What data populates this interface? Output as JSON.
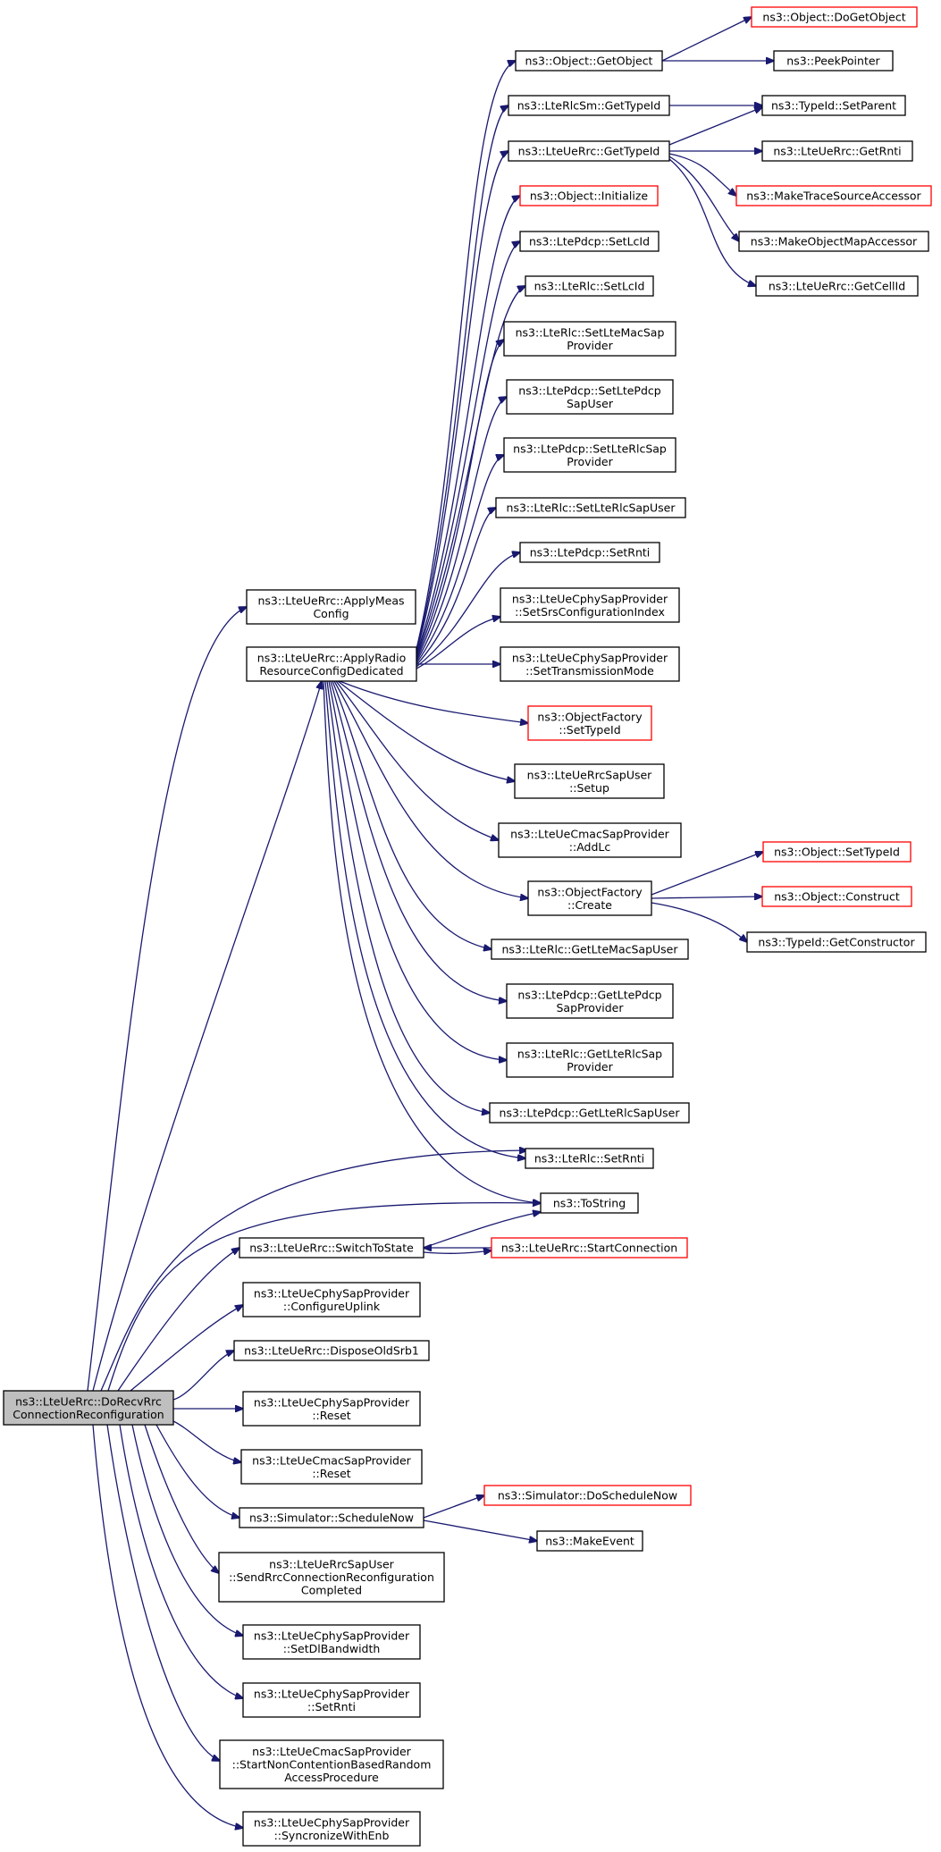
{
  "colors": {
    "edge": "#191970",
    "node_border": "#000000",
    "node_border_highlight": "#ff0000",
    "root_fill": "#bfbfbf",
    "node_fill": "#ffffff"
  },
  "nodes": [
    {
      "id": "root",
      "name": "lteuerrc-dorecvrrcconnectionreconfiguration-node",
      "lines": [
        "ns3::LteUeRrc::DoRecvRrc",
        "ConnectionReconfiguration"
      ],
      "style": "root"
    },
    {
      "id": "applyMeas",
      "name": "lteuerrc-applymeasconfig-node",
      "lines": [
        "ns3::LteUeRrc::ApplyMeas",
        "Config"
      ]
    },
    {
      "id": "applyRadio",
      "name": "lteuerrc-applyradioresourceconfigdedicated-node",
      "lines": [
        "ns3::LteUeRrc::ApplyRadio",
        "ResourceConfigDedicated"
      ]
    },
    {
      "id": "objDoGet",
      "name": "object-dogetobject-node",
      "lines": [
        "ns3::Object::DoGetObject"
      ],
      "style": "red"
    },
    {
      "id": "objGet",
      "name": "object-getobject-node",
      "lines": [
        "ns3::Object::GetObject"
      ]
    },
    {
      "id": "peek",
      "name": "peekpointer-node",
      "lines": [
        "ns3::PeekPointer"
      ]
    },
    {
      "id": "rlcSmType",
      "name": "lterlcsm-gettypeid-node",
      "lines": [
        "ns3::LteRlcSm::GetTypeId"
      ]
    },
    {
      "id": "setParent",
      "name": "typeid-setparent-node",
      "lines": [
        "ns3::TypeId::SetParent"
      ]
    },
    {
      "id": "uerrcType",
      "name": "lteuerrc-gettypeid-node",
      "lines": [
        "ns3::LteUeRrc::GetTypeId"
      ]
    },
    {
      "id": "getRnti",
      "name": "lteuerrc-getrnti-node",
      "lines": [
        "ns3::LteUeRrc::GetRnti"
      ]
    },
    {
      "id": "objInit",
      "name": "object-initialize-node",
      "lines": [
        "ns3::Object::Initialize"
      ],
      "style": "red"
    },
    {
      "id": "mkTrace",
      "name": "maketracesourceaccessor-node",
      "lines": [
        "ns3::MakeTraceSourceAccessor"
      ],
      "style": "red"
    },
    {
      "id": "pdcpLcId",
      "name": "ltepdcp-setlcid-node",
      "lines": [
        "ns3::LtePdcp::SetLcId"
      ]
    },
    {
      "id": "mkObjMap",
      "name": "makeobjectmapaccessor-node",
      "lines": [
        "ns3::MakeObjectMapAccessor"
      ]
    },
    {
      "id": "rlcLcId",
      "name": "lterlc-setlcid-node",
      "lines": [
        "ns3::LteRlc::SetLcId"
      ]
    },
    {
      "id": "getCellId",
      "name": "lteuerrc-getcellid-node",
      "lines": [
        "ns3::LteUeRrc::GetCellId"
      ]
    },
    {
      "id": "rlcSetMac",
      "name": "lterlc-setltemacsapprovider-node",
      "lines": [
        "ns3::LteRlc::SetLteMacSap",
        "Provider"
      ]
    },
    {
      "id": "pdcpSetUser",
      "name": "ltepdcp-setltepdcpsapuser-node",
      "lines": [
        "ns3::LtePdcp::SetLtePdcp",
        "SapUser"
      ]
    },
    {
      "id": "pdcpSetRlcProv",
      "name": "ltepdcp-setlterlcsapprovider-node",
      "lines": [
        "ns3::LtePdcp::SetLteRlcSap",
        "Provider"
      ]
    },
    {
      "id": "rlcSetRlcUser",
      "name": "lterlc-setlterlcsapuser-node",
      "lines": [
        "ns3::LteRlc::SetLteRlcSapUser"
      ]
    },
    {
      "id": "pdcpRnti",
      "name": "ltepdcp-setrnti-node",
      "lines": [
        "ns3::LtePdcp::SetRnti"
      ]
    },
    {
      "id": "srsIdx",
      "name": "lteuecphysapprovider-setsrsconfigurationindex-node",
      "lines": [
        "ns3::LteUeCphySapProvider",
        "::SetSrsConfigurationIndex"
      ]
    },
    {
      "id": "txMode",
      "name": "lteuecphysapprovider-settransmissionmode-node",
      "lines": [
        "ns3::LteUeCphySapProvider",
        "::SetTransmissionMode"
      ]
    },
    {
      "id": "ofSetType",
      "name": "objectfactory-settypeid-node",
      "lines": [
        "ns3::ObjectFactory",
        "::SetTypeId"
      ],
      "style": "red"
    },
    {
      "id": "rrcSapSetup",
      "name": "lteuerrcsapuser-setup-node",
      "lines": [
        "ns3::LteUeRrcSapUser",
        "::Setup"
      ]
    },
    {
      "id": "cmacAddLc",
      "name": "lteuecmacsapprovider-addlc-node",
      "lines": [
        "ns3::LteUeCmacSapProvider",
        "::AddLc"
      ]
    },
    {
      "id": "objSetType",
      "name": "object-settypeid-node",
      "lines": [
        "ns3::Object::SetTypeId"
      ],
      "style": "red"
    },
    {
      "id": "ofCreate",
      "name": "objectfactory-create-node",
      "lines": [
        "ns3::ObjectFactory",
        "::Create"
      ]
    },
    {
      "id": "objConstruct",
      "name": "object-construct-node",
      "lines": [
        "ns3::Object::Construct"
      ],
      "style": "red"
    },
    {
      "id": "getCtor",
      "name": "typeid-getconstructor-node",
      "lines": [
        "ns3::TypeId::GetConstructor"
      ]
    },
    {
      "id": "rlcGetMacUser",
      "name": "lterlc-getltemacsapuser-node",
      "lines": [
        "ns3::LteRlc::GetLteMacSapUser"
      ]
    },
    {
      "id": "pdcpGetProv",
      "name": "ltepdcp-getltepdcpsapprovider-node",
      "lines": [
        "ns3::LtePdcp::GetLtePdcp",
        "SapProvider"
      ]
    },
    {
      "id": "rlcGetRlcProv",
      "name": "lterlc-getlterlcsapprovider-node",
      "lines": [
        "ns3::LteRlc::GetLteRlcSap",
        "Provider"
      ]
    },
    {
      "id": "pdcpGetRlcUser",
      "name": "ltepdcp-getlterlcsapuser-node",
      "lines": [
        "ns3::LtePdcp::GetLteRlcSapUser"
      ]
    },
    {
      "id": "rlcSetRnti",
      "name": "lterlc-setrnti-node",
      "lines": [
        "ns3::LteRlc::SetRnti"
      ]
    },
    {
      "id": "toString",
      "name": "tostring-node",
      "lines": [
        "ns3::ToString"
      ]
    },
    {
      "id": "switchState",
      "name": "lteuerrc-switchtostate-node",
      "lines": [
        "ns3::LteUeRrc::SwitchToState"
      ]
    },
    {
      "id": "startConn",
      "name": "lteuerrc-startconnection-node",
      "lines": [
        "ns3::LteUeRrc::StartConnection"
      ],
      "style": "red"
    },
    {
      "id": "cfgUplink",
      "name": "lteuecphysapprovider-configureuplink-node",
      "lines": [
        "ns3::LteUeCphySapProvider",
        "::ConfigureUplink"
      ]
    },
    {
      "id": "disposeSrb1",
      "name": "lteuerrc-disposeoldsrb1-node",
      "lines": [
        "ns3::LteUeRrc::DisposeOldSrb1"
      ]
    },
    {
      "id": "cphyReset",
      "name": "lteuecphysapprovider-reset-node",
      "lines": [
        "ns3::LteUeCphySapProvider",
        "::Reset"
      ]
    },
    {
      "id": "cmacReset",
      "name": "lteuecmacsapprovider-reset-node",
      "lines": [
        "ns3::LteUeCmacSapProvider",
        "::Reset"
      ]
    },
    {
      "id": "schedNow",
      "name": "simulator-schedulenow-node",
      "lines": [
        "ns3::Simulator::ScheduleNow"
      ]
    },
    {
      "id": "doSchedNow",
      "name": "simulator-doschedulenow-node",
      "lines": [
        "ns3::Simulator::DoScheduleNow"
      ],
      "style": "red"
    },
    {
      "id": "mkEvent",
      "name": "makeevent-node",
      "lines": [
        "ns3::MakeEvent"
      ]
    },
    {
      "id": "sendReconf",
      "name": "lteuerrcsapuser-sendrrcconnectionreconfigurationcompleted-node",
      "lines": [
        "ns3::LteUeRrcSapUser",
        "::SendRrcConnectionReconfiguration",
        "Completed"
      ]
    },
    {
      "id": "setDlBw",
      "name": "lteuecphysapprovider-setdlbandwidth-node",
      "lines": [
        "ns3::LteUeCphySapProvider",
        "::SetDlBandwidth"
      ]
    },
    {
      "id": "cphyRnti",
      "name": "lteuecphysapprovider-setrnti-node",
      "lines": [
        "ns3::LteUeCphySapProvider",
        "::SetRnti"
      ]
    },
    {
      "id": "startRach",
      "name": "lteuecmacsapprovider-startnoncontentionbasedrandomaccessprocedure-node",
      "lines": [
        "ns3::LteUeCmacSapProvider",
        "::StartNonContentionBasedRandom",
        "AccessProcedure"
      ]
    },
    {
      "id": "syncEnb",
      "name": "lteuecphysapprovider-syncronizewithenb-node",
      "lines": [
        "ns3::LteUeCphySapProvider",
        "::SyncronizeWithEnb"
      ]
    }
  ]
}
